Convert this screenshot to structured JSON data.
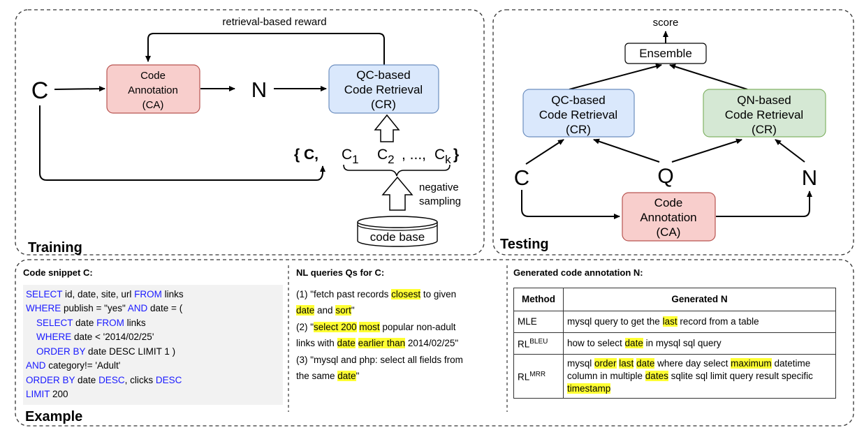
{
  "training": {
    "section_label": "Training",
    "reward_label": "retrieval-based reward",
    "c_label": "C",
    "n_label": "N",
    "ca_box": [
      "Code",
      "Annotation",
      "(CA)"
    ],
    "cr_box": [
      "QC-based",
      "Code Retrieval",
      "(CR)"
    ],
    "candidate_set": {
      "open": "{ C,",
      "c1": "C",
      "c1_sub": "1",
      "c2": "C",
      "c2_sub": "2",
      "dots": ", ...,",
      "ck": "C",
      "ck_sub": "k",
      "close": "}"
    },
    "negative_sampling": [
      "negative",
      "sampling"
    ],
    "code_base": "code base"
  },
  "testing": {
    "section_label": "Testing",
    "score_label": "score",
    "ensemble_label": "Ensemble",
    "qc_box": [
      "QC-based",
      "Code Retrieval",
      "(CR)"
    ],
    "qn_box": [
      "QN-based",
      "Code Retrieval",
      "(CR)"
    ],
    "ca_box": [
      "Code",
      "Annotation",
      "(CA)"
    ],
    "c_label": "C",
    "q_label": "Q",
    "n_label": "N"
  },
  "example": {
    "section_label": "Example",
    "snippet_title": "Code snippet C:",
    "code_lines": [
      [
        {
          "t": "SELECT",
          "k": true
        },
        {
          "t": " id, date, site, url "
        },
        {
          "t": "FROM",
          "k": true
        },
        {
          "t": " links"
        }
      ],
      [
        {
          "t": "WHERE",
          "k": true
        },
        {
          "t": " publish = \"yes\" "
        },
        {
          "t": "AND",
          "k": true
        },
        {
          "t": " date = ("
        }
      ],
      [
        {
          "t": "    "
        },
        {
          "t": "SELECT",
          "k": true
        },
        {
          "t": " date "
        },
        {
          "t": "FROM",
          "k": true
        },
        {
          "t": " links"
        }
      ],
      [
        {
          "t": "    "
        },
        {
          "t": "WHERE",
          "k": true
        },
        {
          "t": " date < '2014/02/25'"
        }
      ],
      [
        {
          "t": "    "
        },
        {
          "t": "ORDER BY",
          "k": true
        },
        {
          "t": " date DESC LIMIT 1 )"
        }
      ],
      [
        {
          "t": "AND",
          "k": true
        },
        {
          "t": " category!= 'Adult'"
        }
      ],
      [
        {
          "t": "ORDER BY",
          "k": true
        },
        {
          "t": " date "
        },
        {
          "t": "DESC",
          "k": true
        },
        {
          "t": ", clicks "
        },
        {
          "t": "DESC",
          "k": true
        }
      ],
      [
        {
          "t": "LIMIT",
          "k": true
        },
        {
          "t": " 200"
        }
      ]
    ],
    "queries_title": "NL queries Qs for C:",
    "query_lines": [
      [
        {
          "t": "(1) \"fetch past records "
        },
        {
          "t": "closest",
          "h": true
        },
        {
          "t": " to given"
        }
      ],
      [
        {
          "t": "date",
          "h": true
        },
        {
          "t": " and "
        },
        {
          "t": "sort",
          "h": true
        },
        {
          "t": "\""
        }
      ],
      [
        {
          "t": "(2) \""
        },
        {
          "t": "select 200",
          "h": true
        },
        {
          "t": " "
        },
        {
          "t": "most",
          "h": true
        },
        {
          "t": " popular non-adult"
        }
      ],
      [
        {
          "t": "links with "
        },
        {
          "t": "date",
          "h": true
        },
        {
          "t": " "
        },
        {
          "t": "earlier than",
          "h": true
        },
        {
          "t": " 2014/02/25\""
        }
      ],
      [
        {
          "t": "(3) \"mysql and php: select all fields from"
        }
      ],
      [
        {
          "t": "the same "
        },
        {
          "t": "date",
          "h": true
        },
        {
          "t": "\""
        }
      ]
    ],
    "annotation_title": "Generated code annotation N:",
    "table": {
      "headers": [
        "Method",
        "Generated N"
      ],
      "rows": [
        {
          "method": "MLE",
          "sup": "",
          "parts": [
            {
              "t": "mysql query to get the "
            },
            {
              "t": "last",
              "h": true
            },
            {
              "t": " record from a table"
            }
          ]
        },
        {
          "method": "RL",
          "sup": "BLEU",
          "parts": [
            {
              "t": "how to select "
            },
            {
              "t": "date",
              "h": true
            },
            {
              "t": " in mysql sql query"
            }
          ]
        },
        {
          "method": "RL",
          "sup": "MRR",
          "parts": [
            {
              "t": "mysql "
            },
            {
              "t": "order",
              "h": true
            },
            {
              "t": " "
            },
            {
              "t": "last",
              "h": true
            },
            {
              "t": " "
            },
            {
              "t": "date",
              "h": true
            },
            {
              "t": " where day select "
            },
            {
              "t": "maximum",
              "h": true
            },
            {
              "t": " datetime column in multiple "
            },
            {
              "t": "dates",
              "h": true
            },
            {
              "t": " sqlite sql limit query result specific "
            },
            {
              "t": "timestamp",
              "h": true
            }
          ]
        }
      ]
    }
  },
  "colors": {
    "ca_fill": "#f8cecc",
    "cr_fill": "#dae8fc",
    "qn_fill": "#d5e8d4",
    "keyword": "#1a1aff",
    "highlight": "#ffff33"
  }
}
